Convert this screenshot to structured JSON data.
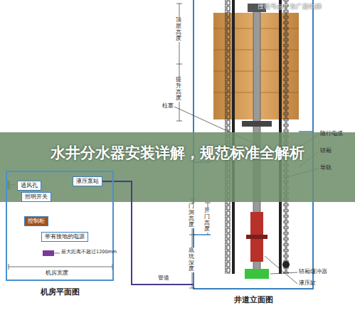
{
  "diagram": {
    "title": "水井分水器安装详解，规范标准全解析",
    "nodes": [
      {
        "text": [
          "机房平面图"
        ]
      },
      {
        "text": [
          "通风孔"
        ],
        "in": 0
      },
      {
        "text": [
          "照明开关"
        ],
        "in": 0
      },
      {
        "text": [
          "液压泵站"
        ],
        "in": 0
      },
      {
        "text": [
          "控制柜"
        ],
        "in": 0
      },
      {
        "text": [
          "带有接地的电源"
        ],
        "in": 0
      },
      {
        "text": [
          "井道立面图"
        ]
      }
    ],
    "edges": [
      {
        "from": 3,
        "to": 6,
        "label": "管道",
        "arrow": "none"
      }
    ],
    "labels": [
      "搜狐号@广东广菱电梯",
      "顶层高度",
      "提升高度",
      "柱塞",
      "门洞高度",
      "开门高度",
      "底坑深度",
      "随行电缆",
      "轿厢",
      "导轨",
      "轿厢缓冲器",
      "液压缸",
      "最大距离不超过1200mm",
      "机房宽度"
    ]
  }
}
